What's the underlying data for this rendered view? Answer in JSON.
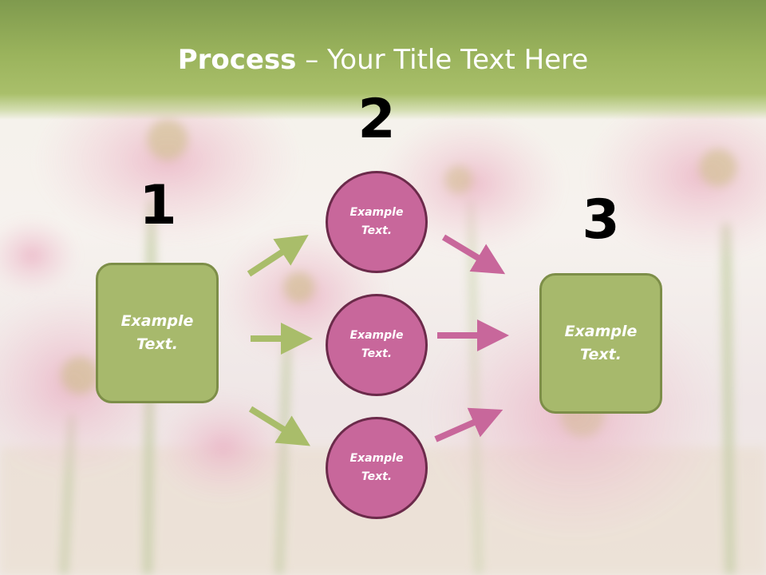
{
  "slide": {
    "title_bold": "Process",
    "title_rest": " – Your Title Text Here"
  },
  "steps": [
    {
      "number": "1",
      "label": "Example\nText."
    },
    {
      "number": "2",
      "nodes": [
        "Example\nText.",
        "Example\nText.",
        "Example\nText."
      ]
    },
    {
      "number": "3",
      "label": "Example\nText."
    }
  ],
  "colors": {
    "header": "#9ab35c",
    "box_fill": "#a7b96c",
    "box_border": "#7d8e48",
    "circle_fill": "#c8679b",
    "circle_border": "#6b2a4a",
    "green_arrow": "#a9bd6a",
    "pink_arrow": "#c8679b"
  }
}
